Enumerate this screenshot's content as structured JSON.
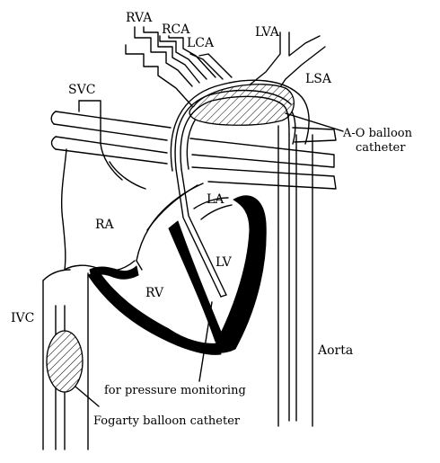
{
  "labels": {
    "rva": "RVA",
    "rca": "RCA",
    "lca": "LCA",
    "lva": "LVA",
    "lsa": "LSA",
    "svc": "SVC",
    "ra": "RA",
    "la": "LA",
    "lv": "LV",
    "rv": "RV",
    "ivc": "IVC",
    "aorta": "Aorta",
    "ao_balloon_1": "A-O balloon",
    "ao_balloon_2": "catheter",
    "pressure": "for pressure monitoring",
    "fogarty": "Fogarty balloon catheter"
  }
}
